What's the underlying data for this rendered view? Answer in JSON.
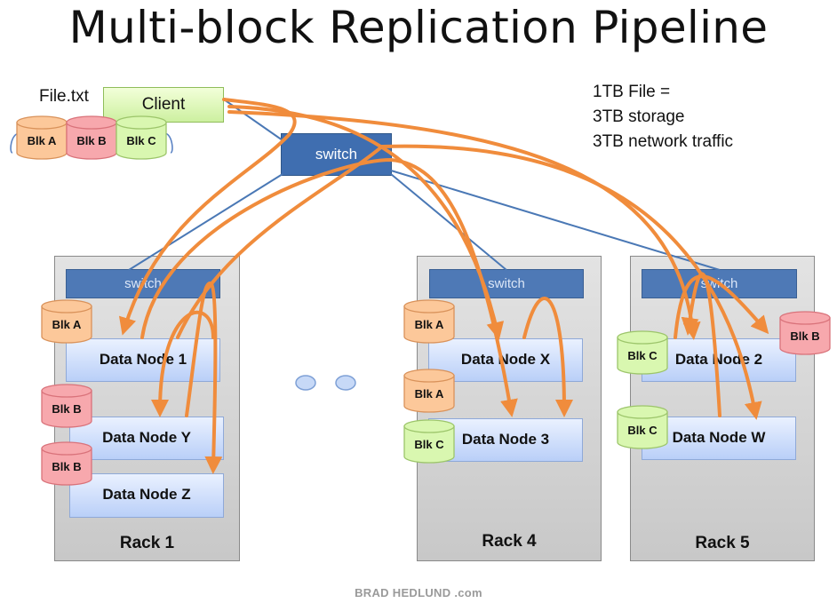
{
  "title": "Multi-block Replication Pipeline",
  "file_label": "File.txt",
  "client_label": "Client",
  "core_switch_label": "switch",
  "note_lines": [
    "1TB File =",
    "3TB storage",
    "3TB network traffic"
  ],
  "footer": "BRAD HEDLUND .com",
  "rack_switch_label": "switch",
  "racks": [
    {
      "label": "Rack 1",
      "nodes": [
        "Data Node 1",
        "Data Node Y",
        "Data Node Z"
      ]
    },
    {
      "label": "Rack 4",
      "nodes": [
        "Data Node X",
        "Data Node 3"
      ]
    },
    {
      "label": "Rack 5",
      "nodes": [
        "Data Node 2",
        "Data Node W"
      ]
    }
  ],
  "blocks": {
    "a": "Blk A",
    "b": "Blk B",
    "c": "Blk C"
  },
  "colors": {
    "arrow": "#f08c3c",
    "link": "#4a78b5",
    "blk_a_fill": "#fcc89a",
    "blk_b_fill": "#f7a8ad",
    "blk_c_fill": "#d9f7b0"
  }
}
